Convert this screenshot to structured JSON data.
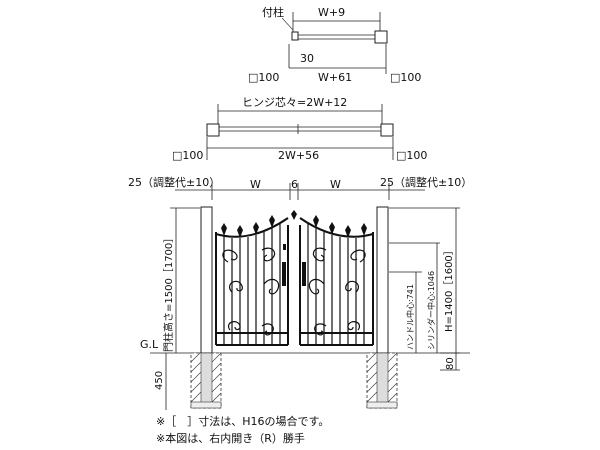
{
  "plan_top": {
    "post_label": "付柱",
    "width_label": "W+9",
    "depth_label": "30",
    "left_post": "□100",
    "right_post": "□100",
    "span_label": "W+61"
  },
  "plan_double": {
    "hinge_label": "ヒンジ芯々=2W+12",
    "left_post": "□100",
    "right_post": "□100",
    "span_label": "2W+56"
  },
  "elevation": {
    "left_adjust": "25（調整代±10）",
    "right_adjust": "25（調整代±10）",
    "w_left": "W",
    "gap": "6",
    "w_right": "W",
    "post_height": "門柱高さ=1500［1700］",
    "h_label": "H=1400［1600］",
    "handle_center": "ハンドル中心:741",
    "cylinder_center": "シリンダー中心:1046",
    "gl": "G.L",
    "depth_450": "450",
    "depth_80": "80"
  },
  "notes": [
    "※［　］寸法は、H16の場合です。",
    "※本図は、右内開き（R）勝手"
  ]
}
